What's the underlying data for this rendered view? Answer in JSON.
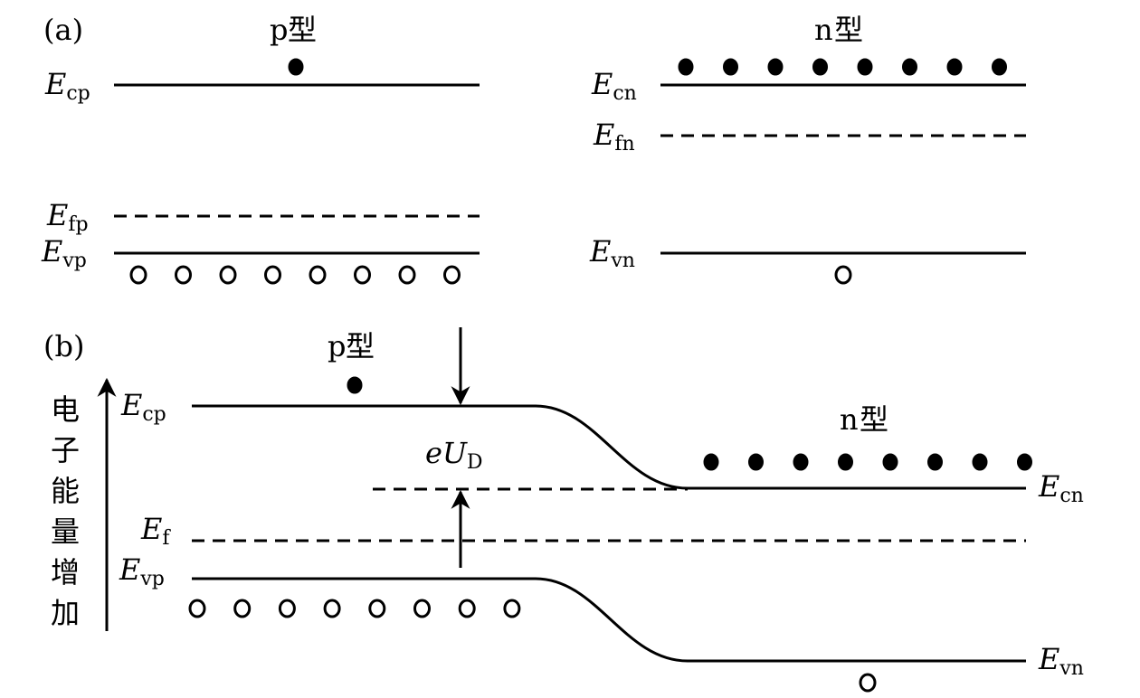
{
  "panel_a": {
    "label": "(a)",
    "p_side": {
      "title_latin": "p",
      "title_cjk": "型",
      "levels": [
        {
          "symbol": "E",
          "sub": "cp",
          "style": "solid",
          "kind": "conduction"
        },
        {
          "symbol": "E",
          "sub": "fp",
          "style": "dashed",
          "kind": "fermi"
        },
        {
          "symbol": "E",
          "sub": "vp",
          "style": "solid",
          "kind": "valence"
        }
      ],
      "electrons": 1,
      "holes": 8
    },
    "n_side": {
      "title_latin": "n",
      "title_cjk": "型",
      "levels": [
        {
          "symbol": "E",
          "sub": "cn",
          "style": "solid",
          "kind": "conduction"
        },
        {
          "symbol": "E",
          "sub": "fn",
          "style": "dashed",
          "kind": "fermi"
        },
        {
          "symbol": "E",
          "sub": "vn",
          "style": "solid",
          "kind": "valence"
        }
      ],
      "electrons": 8,
      "holes": 1
    }
  },
  "panel_b": {
    "label": "(b)",
    "axis_label_chars": [
      "电",
      "子",
      "能",
      "量",
      "增",
      "加"
    ],
    "p_title_latin": "p",
    "p_title_cjk": "型",
    "n_title_latin": "n",
    "n_title_cjk": "型",
    "labels": {
      "ecp": {
        "symbol": "E",
        "sub": "cp"
      },
      "ef": {
        "symbol": "E",
        "sub": "f"
      },
      "evp": {
        "symbol": "E",
        "sub": "vp"
      },
      "ecn": {
        "symbol": "E",
        "sub": "cn"
      },
      "evn": {
        "symbol": "E",
        "sub": "vn"
      },
      "barrier": {
        "prefix": "eU",
        "sub": "D"
      }
    },
    "p_electrons": 1,
    "p_holes": 8,
    "n_electrons": 8,
    "n_holes": 1
  }
}
